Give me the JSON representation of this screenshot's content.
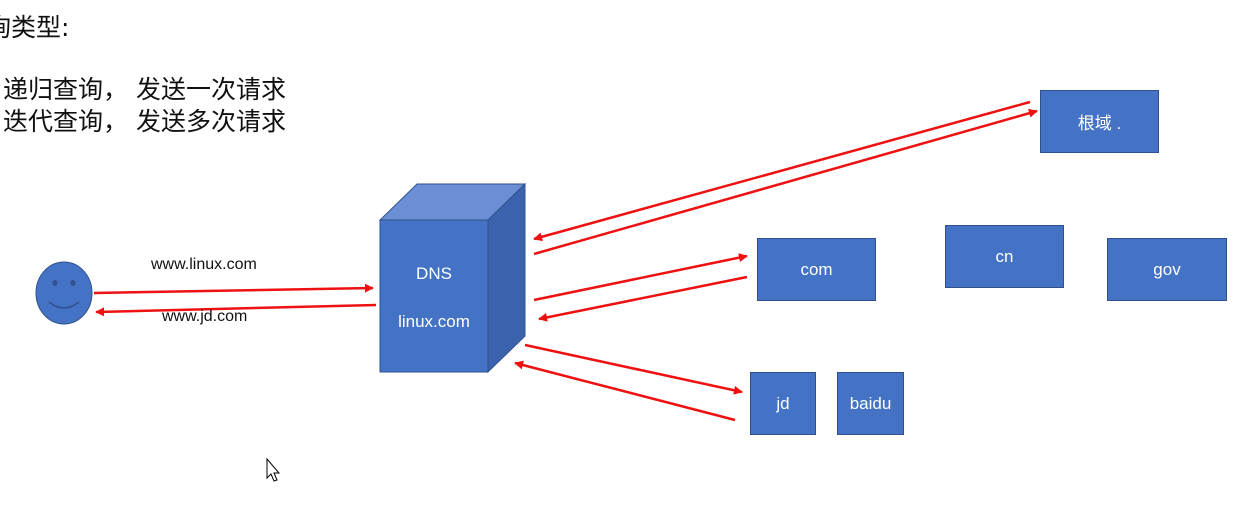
{
  "heading": "询类型:",
  "lines": [
    "递归查询， 发送一次请求",
    "迭代查询， 发送多次请求"
  ],
  "server": {
    "title": "DNS",
    "name": "linux.com"
  },
  "requests": {
    "outgoing": "www.linux.com",
    "returning": "www.jd.com"
  },
  "nodes": {
    "root": "根域 .",
    "com": "com",
    "cn": "cn",
    "gov": "gov",
    "jd": "jd",
    "baidu": "baidu"
  },
  "colors": {
    "node_fill": "#4472c4",
    "arrow": "#ee1111"
  },
  "icons": {
    "client": "smiley-face-icon",
    "cursor": "mouse-pointer-icon"
  }
}
